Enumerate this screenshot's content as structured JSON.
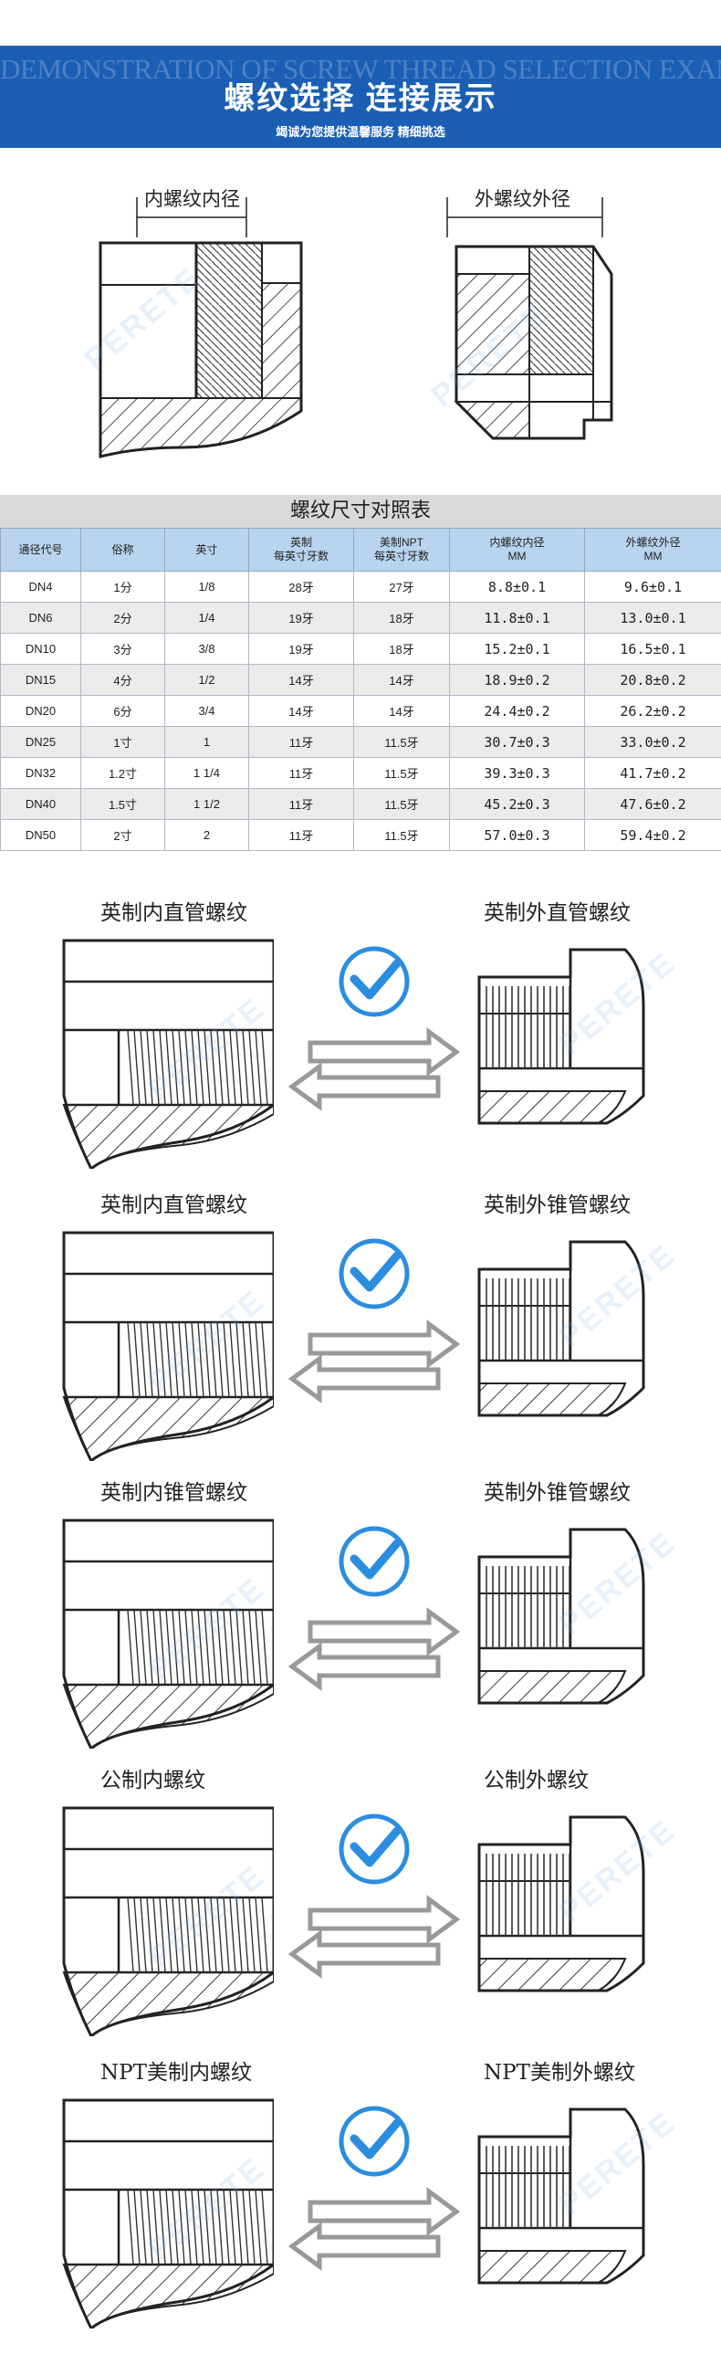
{
  "header": {
    "watermark_en": "DEMONSTRATION OF SCREW THREAD SELECTION EXAMPLES",
    "title": "螺纹选择  连接展示",
    "subtitle": "竭诚为您提供温馨服务 精细挑选",
    "bg_color": "#1a5fb4"
  },
  "top_diagram": {
    "inner_label": "内螺纹内径",
    "outer_label": "外螺纹外径"
  },
  "watermark_text": "PERETE",
  "table": {
    "title": "螺纹尺寸对照表",
    "headers": [
      "通径代号",
      "俗称",
      "英寸",
      "英制\n每英寸牙数",
      "美制NPT\n每英寸牙数",
      "内螺纹内径\nMM",
      "外螺纹外径\nMM"
    ],
    "rows": [
      [
        "DN4",
        "1分",
        "1/8",
        "28牙",
        "27牙",
        "8.8±0.1",
        "9.6±0.1"
      ],
      [
        "DN6",
        "2分",
        "1/4",
        "19牙",
        "18牙",
        "11.8±0.1",
        "13.0±0.1"
      ],
      [
        "DN10",
        "3分",
        "3/8",
        "19牙",
        "18牙",
        "15.2±0.1",
        "16.5±0.1"
      ],
      [
        "DN15",
        "4分",
        "1/2",
        "14牙",
        "14牙",
        "18.9±0.2",
        "20.8±0.2"
      ],
      [
        "DN20",
        "6分",
        "3/4",
        "14牙",
        "14牙",
        "24.4±0.2",
        "26.2±0.2"
      ],
      [
        "DN25",
        "1寸",
        "1",
        "11牙",
        "11.5牙",
        "30.7±0.3",
        "33.0±0.2"
      ],
      [
        "DN32",
        "1.2寸",
        "1 1/4",
        "11牙",
        "11.5牙",
        "39.3±0.3",
        "41.7±0.2"
      ],
      [
        "DN40",
        "1.5寸",
        "1 1/2",
        "11牙",
        "11.5牙",
        "45.2±0.3",
        "47.6±0.2"
      ],
      [
        "DN50",
        "2寸",
        "2",
        "11牙",
        "11.5牙",
        "57.0±0.3",
        "59.4±0.2"
      ]
    ]
  },
  "pairs": [
    {
      "left": "英制内直管螺纹",
      "right": "英制外直管螺纹"
    },
    {
      "left": "英制内直管螺纹",
      "right": "英制外锥管螺纹"
    },
    {
      "left": "英制内锥管螺纹",
      "right": "英制外锥管螺纹"
    },
    {
      "left": "公制内螺纹",
      "right": "公制外螺纹"
    },
    {
      "left": "NPT美制内螺纹",
      "right": "NPT美制外螺纹"
    }
  ],
  "colors": {
    "check_blue": "#2a8de0",
    "table_header": "#b8d4ee",
    "arrow_gray": "#999999"
  }
}
